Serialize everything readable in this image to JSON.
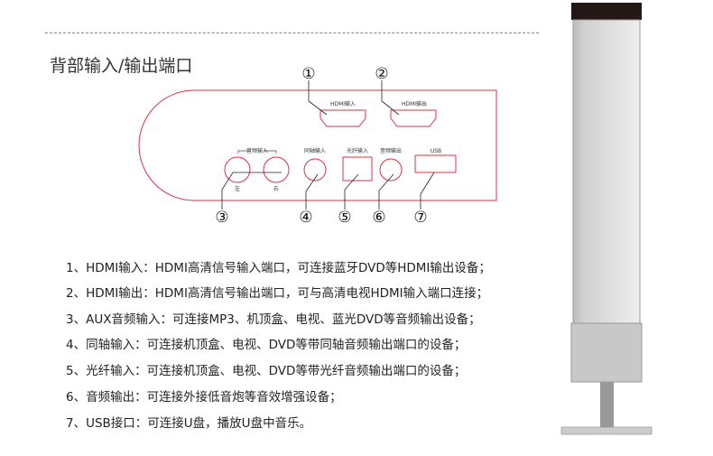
{
  "title": "背部输入/输出端口",
  "diagram": {
    "hdmi_in": "HDMI输入",
    "hdmi_out": "HDMI输出",
    "audio_in": "音频输入",
    "left": "左",
    "right": "右",
    "coax_in": "同轴输入",
    "optical_in": "光纤输入",
    "audio_out": "音频输出",
    "usb": "USB",
    "numbers": [
      "①",
      "②",
      "③",
      "④",
      "⑤",
      "⑥",
      "⑦"
    ],
    "panel_color": "#e03040"
  },
  "items": [
    "1、HDMI输入：HDMI高清信号输入端口，可连接蓝牙DVD等HDMI输出设备；",
    "2、HDMI输出：HDMI高清信号输出端口，可与高清电视HDMI输入端口连接；",
    "3、AUX音频输入：可连接MP3、机顶盒、电视、蓝光DVD等音频输出设备；",
    "4、同轴输入：可连接机顶盒、电视、DVD等带同轴音频输出端口的设备；",
    "5、光纤输入：可连接机顶盒、电视、DVD等带光纤音频输出端口的设备；",
    "6、音频输出：可连接外接低音炮等音效增强设备；",
    "7、USB接口：可连接U盘，播放U盘中音乐。"
  ]
}
